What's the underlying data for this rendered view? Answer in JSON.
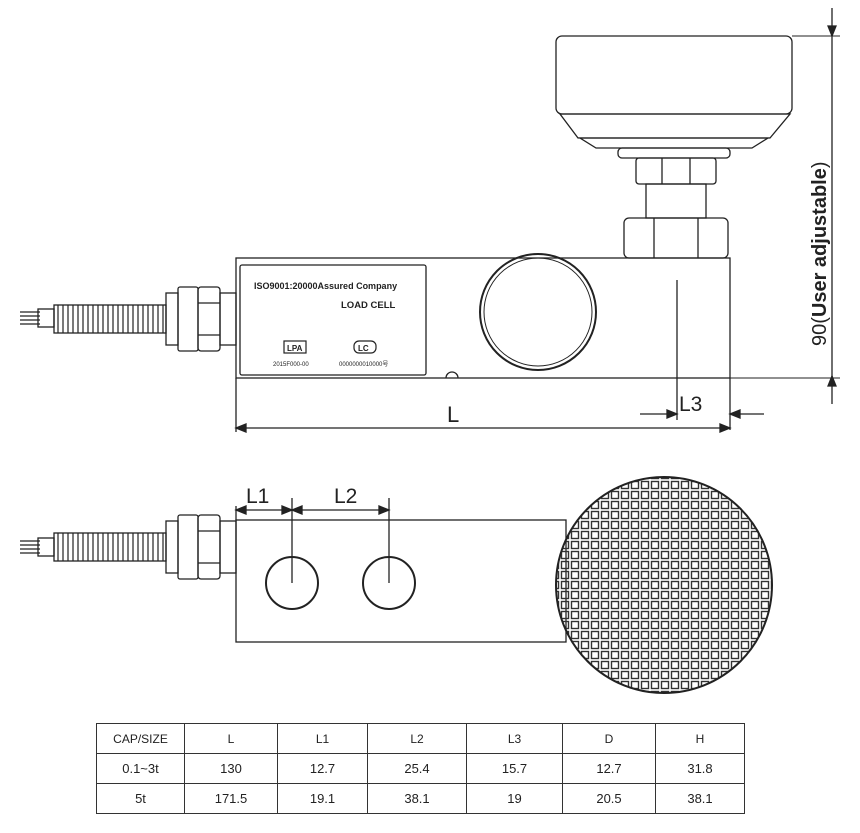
{
  "drawing": {
    "label_text": {
      "line1": "ISO9001:20000Assured  Company",
      "line2": "LOAD CELL",
      "cert_left": "2015F000-00",
      "cert_right": "0000000010000号",
      "logo_left": "LPA",
      "logo_right": "LC"
    },
    "dimensions": {
      "l": "L",
      "l1": "L1",
      "l2": "L2",
      "l3": "L3",
      "height_prefix": "90(",
      "height_text": "User adjustable",
      "height_suffix": ")"
    }
  },
  "table": {
    "headers": [
      "CAP/SIZE",
      "L",
      "L1",
      "L2",
      "L3",
      "D",
      "H"
    ],
    "rows": [
      [
        "0.1~3t",
        "130",
        "12.7",
        "25.4",
        "15.7",
        "12.7",
        "31.8"
      ],
      [
        "5t",
        "171.5",
        "19.1",
        "38.1",
        "19",
        "20.5",
        "38.1"
      ]
    ]
  }
}
